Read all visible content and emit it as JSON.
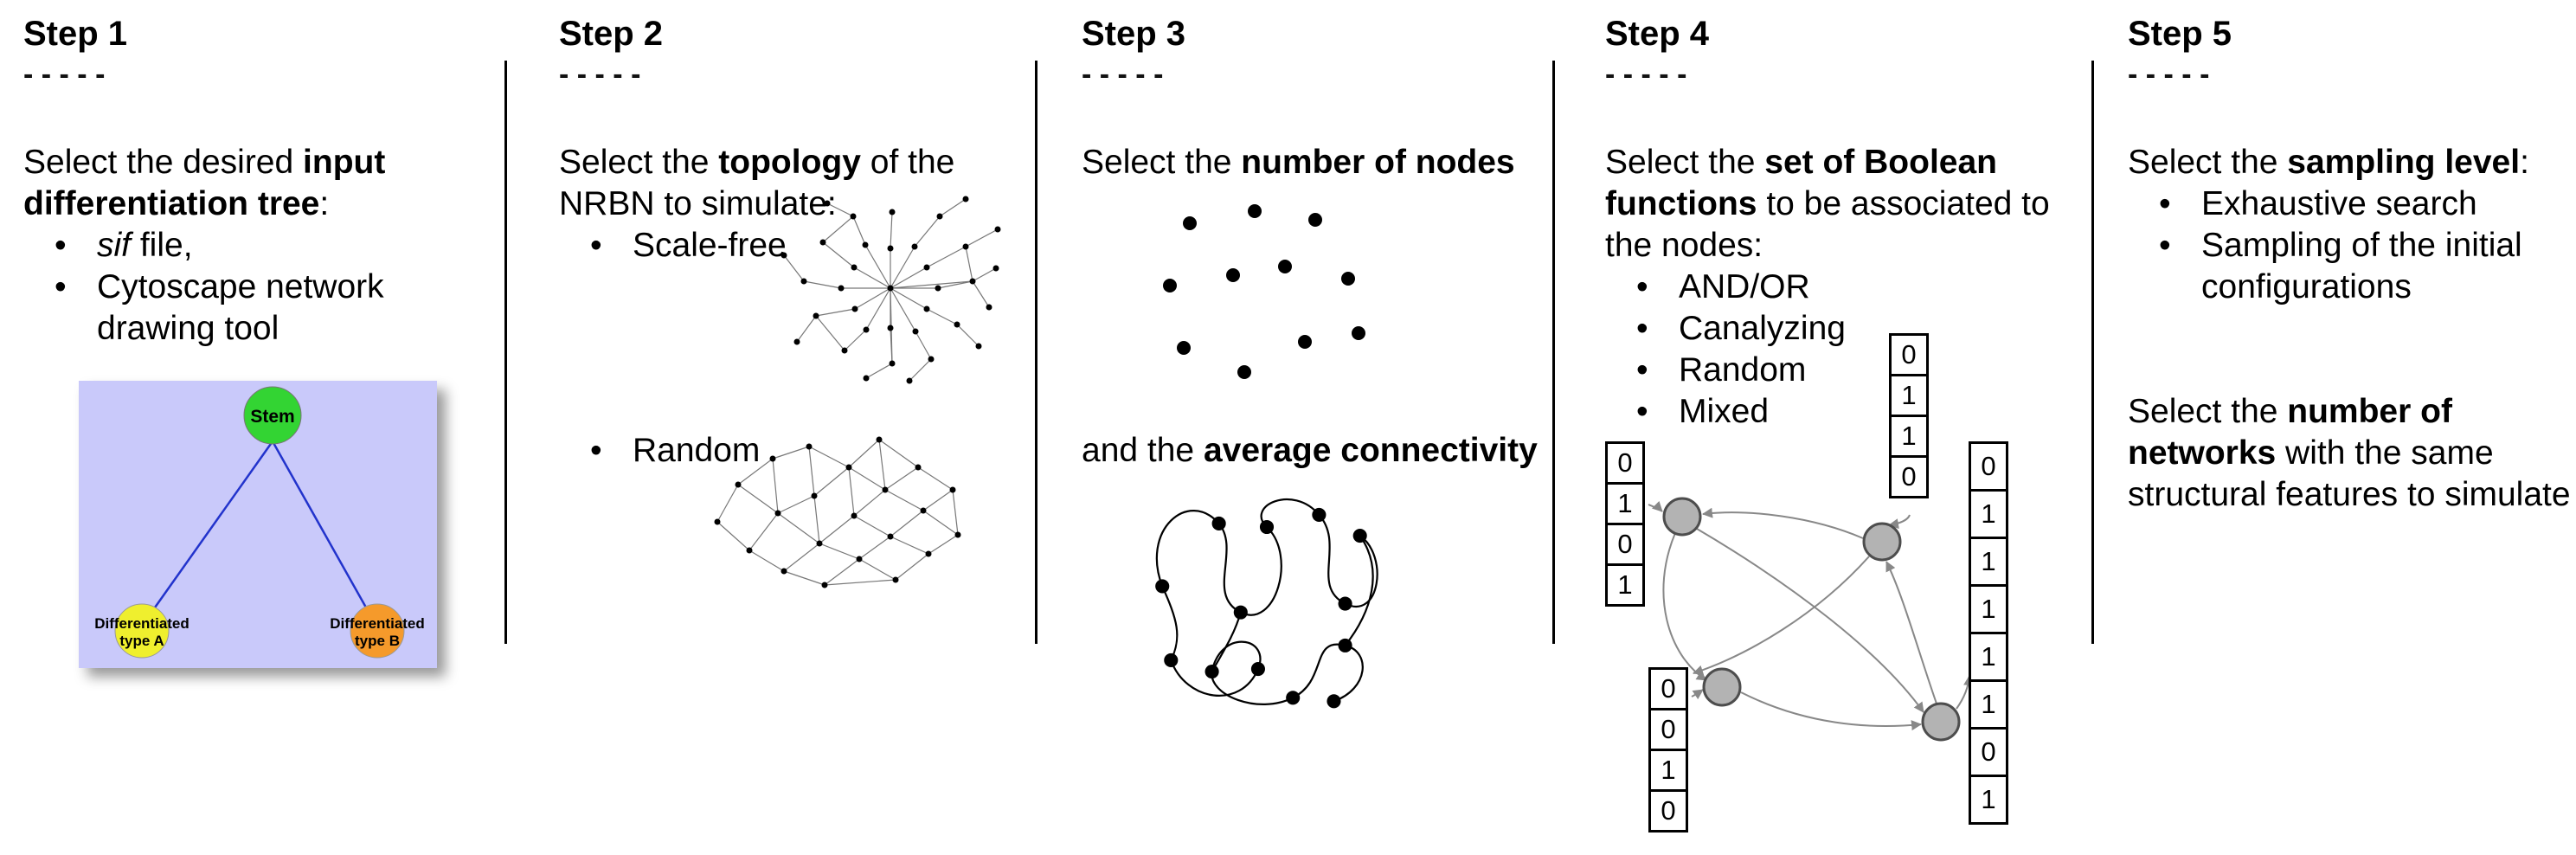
{
  "step1": {
    "title": "Step 1",
    "dashes": "- - - - -",
    "intro": {
      "lead": "Select the desired ",
      "bold": "input differentiation tree",
      "tail": ":"
    },
    "bullet1": {
      "italic": "sif",
      "rest": " file,"
    },
    "bullet2": "Cytoscape network drawing tool",
    "tree": {
      "stem": "Stem",
      "type_a_line1": "Differentiated",
      "type_a_line2": "type A",
      "type_b_line1": "Differentiated",
      "type_b_line2": "type B",
      "colors": {
        "background": "#c9c9fa",
        "stem": "#33d433",
        "type_a": "#efef2e",
        "type_b": "#f59a2b",
        "branch": "#2233cc"
      }
    }
  },
  "step2": {
    "title": "Step 2",
    "dashes": "- - - - -",
    "intro": {
      "lead": "Select the ",
      "bold": "topology",
      "tail": " of the NRBN to simulate:"
    },
    "bullet1": "Scale-free",
    "bullet2": "Random"
  },
  "step3": {
    "title": "Step 3",
    "dashes": "- - - - -",
    "line1": {
      "lead": "Select the ",
      "bold": "number of nodes"
    },
    "line2": {
      "lead": "and the ",
      "bold": "average connectivity"
    }
  },
  "step4": {
    "title": "Step 4",
    "dashes": "- - - - -",
    "intro": {
      "lead": "Select the ",
      "bold": "set of Boolean functions",
      "tail": " to be associated to the nodes:"
    },
    "bullets": [
      "AND/OR",
      "Canalyzing",
      "Random",
      "Mixed"
    ],
    "tables": {
      "top": [
        "0",
        "1",
        "1",
        "0"
      ],
      "left": [
        "0",
        "1",
        "0",
        "1"
      ],
      "bottom_left": [
        "0",
        "0",
        "1",
        "0"
      ],
      "right": [
        "0",
        "1",
        "1",
        "1",
        "1",
        "1",
        "0",
        "1"
      ]
    },
    "colors": {
      "node": "#b3b3b3",
      "arrow": "#888888"
    }
  },
  "step5": {
    "title": "Step 5",
    "dashes": "- - - - -",
    "intro": {
      "lead": "Select the ",
      "bold": "sampling level",
      "tail": ":"
    },
    "bullets": [
      "Exhaustive search",
      "Sampling of the initial configurations"
    ],
    "para2": {
      "lead": "Select the ",
      "bold": "number of networks",
      "tail": " with the same structural features to simulate"
    }
  }
}
